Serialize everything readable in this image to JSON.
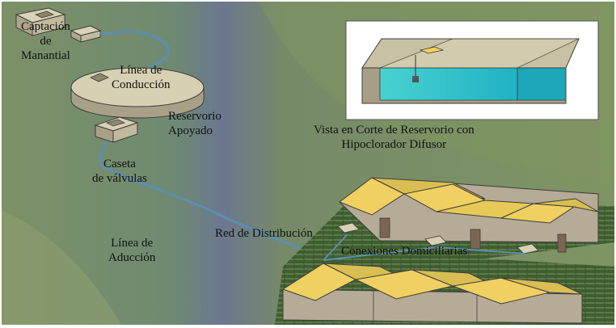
{
  "labels": {
    "captacion": [
      "Captación",
      "de",
      "Manantial"
    ],
    "linea_conduccion": [
      "Línea de",
      "Conducción"
    ],
    "reservorio": [
      "Reservorio",
      "Apoyado"
    ],
    "vista_corte": [
      "Vista en Corte de Reservorio con",
      "Hipoclorador Difusor"
    ],
    "caseta": [
      "Caseta",
      "de válvulas"
    ],
    "red_distribucion": "Red de Distribución",
    "linea_aduccion": [
      "Línea de",
      "Aducción"
    ],
    "conexiones": "Conexiones Domiciliarias"
  },
  "colors": {
    "hill": "#7a8d64",
    "shadow_band": "#6f7a88",
    "concrete_top": "#d6cfb4",
    "concrete_side": "#a8a088",
    "water": "#2fc4c8",
    "roof": "#f0d060",
    "wall": "#b7ab98",
    "field": "#3e5c2e",
    "pipe": "#5b8fb0"
  }
}
